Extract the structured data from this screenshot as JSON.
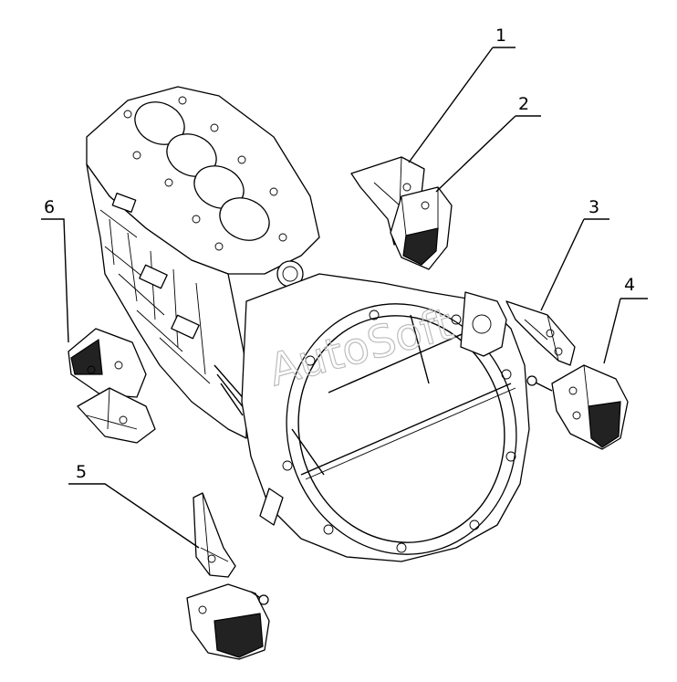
{
  "callouts": [
    {
      "id": "1",
      "label": "1"
    },
    {
      "id": "2",
      "label": "2"
    },
    {
      "id": "3",
      "label": "3"
    },
    {
      "id": "4",
      "label": "4"
    },
    {
      "id": "5",
      "label": "5"
    },
    {
      "id": "6",
      "label": "6"
    }
  ],
  "watermark": "AutoSoft",
  "colors": {
    "line": "#000000",
    "background": "#ffffff",
    "watermark": "#bdbdbd"
  }
}
